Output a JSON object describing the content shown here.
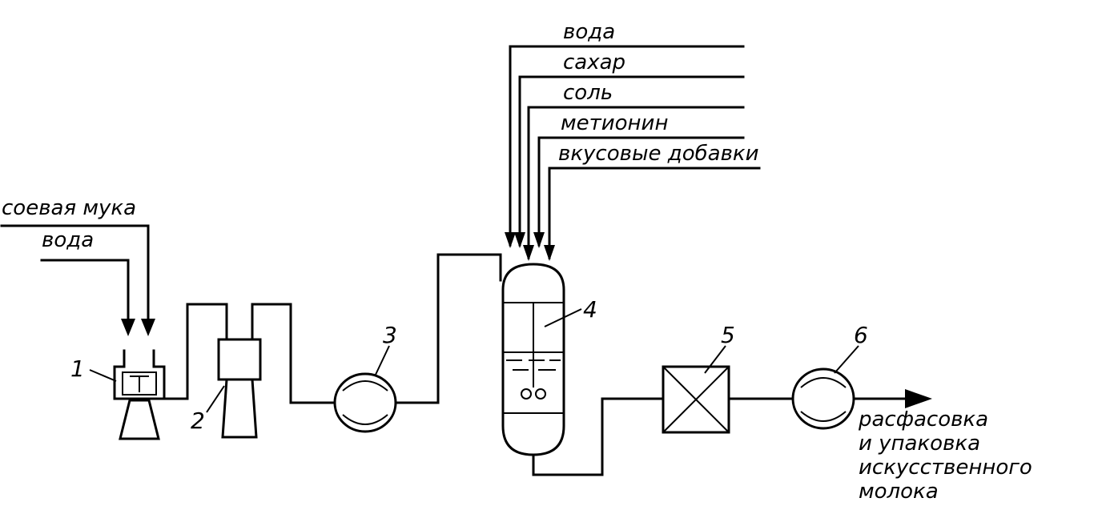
{
  "inputs_left": {
    "flour": "соевая мука",
    "water": "вода"
  },
  "inputs_top": [
    "вода",
    "сахар",
    "соль",
    "метионин",
    "вкусовые добавки"
  ],
  "numbers": [
    "1",
    "2",
    "3",
    "4",
    "5",
    "6"
  ],
  "output": {
    "line1": "расфасовка",
    "line2": "и упаковка",
    "line3": "искусственного",
    "line4": "молока"
  }
}
